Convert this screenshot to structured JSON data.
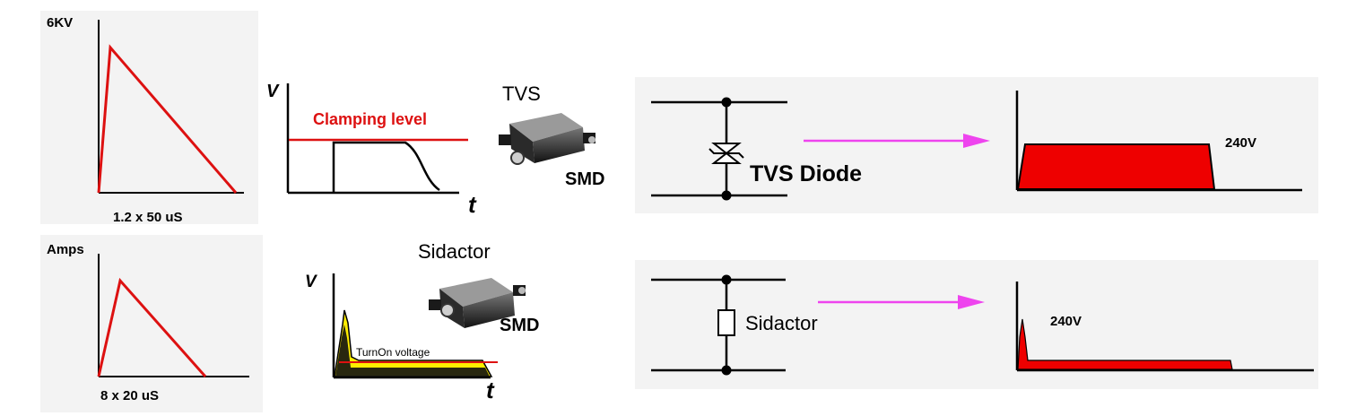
{
  "surge_panels": {
    "voltage": {
      "axis_label": "6KV",
      "caption": "1.2 x 50 uS",
      "waveform": {
        "rise_us": 1.2,
        "decay_us": 50
      }
    },
    "current": {
      "axis_label": "Amps",
      "caption": "8 x 20 uS",
      "waveform": {
        "rise_us": 8,
        "decay_us": 20
      }
    }
  },
  "tvs_section": {
    "graph": {
      "v_label": "V",
      "t_label": "t",
      "level_label": "Clamping level"
    },
    "device_name": "TVS",
    "package": "SMD",
    "circuit_label": "TVS Diode",
    "output_voltage": "240V"
  },
  "sidactor_section": {
    "graph": {
      "v_label": "V",
      "t_label": "t",
      "level_label": "TurnOn voltage"
    },
    "device_name": "Sidactor",
    "package": "SMD",
    "circuit_label": "Sidactor",
    "output_voltage": "240V"
  },
  "colors": {
    "waveform_line": "#dd1111",
    "clamp_fill": "#ee0000",
    "arrow": "#ee44ee",
    "turnon_fill": "#ffee00",
    "axis": "#000000"
  }
}
